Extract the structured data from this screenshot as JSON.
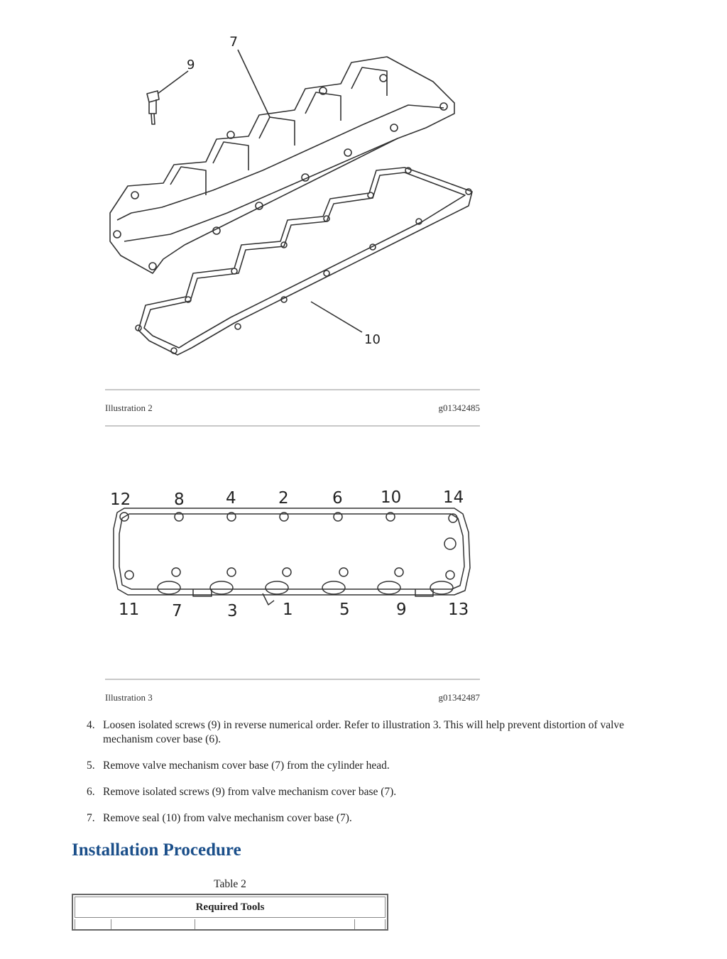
{
  "illustration2": {
    "callouts": [
      "7",
      "9",
      "10"
    ],
    "label": "Illustration 2",
    "code": "g01342485"
  },
  "illustration3": {
    "top_numbers": [
      "12",
      "8",
      "4",
      "2",
      "6",
      "10",
      "14"
    ],
    "bottom_numbers": [
      "11",
      "7",
      "3",
      "1",
      "5",
      "9",
      "13"
    ],
    "label": "Illustration 3",
    "code": "g01342487"
  },
  "steps": [
    {
      "num": "4.",
      "text": "Loosen isolated screws (9) in reverse numerical order. Refer to illustration 3. This will help prevent distortion of valve mechanism cover base (6)."
    },
    {
      "num": "5.",
      "text": "Remove valve mechanism cover base (7) from the cylinder head."
    },
    {
      "num": "6.",
      "text": "Remove isolated screws (9) from valve mechanism cover base (7)."
    },
    {
      "num": "7.",
      "text": "Remove seal (10) from valve mechanism cover base (7)."
    }
  ],
  "section_title": "Installation Procedure",
  "table": {
    "caption": "Table 2",
    "header": "Required Tools"
  }
}
